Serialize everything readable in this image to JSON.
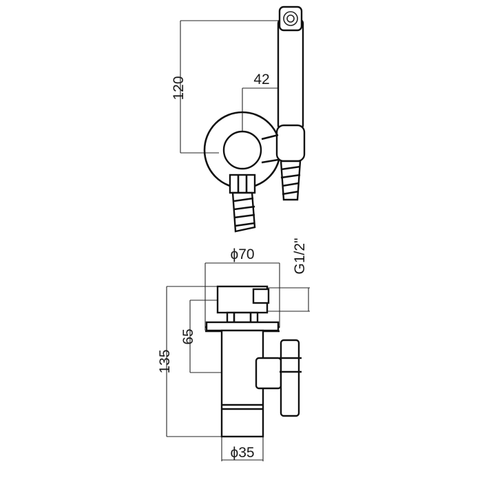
{
  "top_view": {
    "dim_height": "120",
    "dim_offset": "42"
  },
  "side_view": {
    "dim_diameter_top": "ϕ70",
    "dim_thread": "G1/2\"",
    "dim_height_inner": "65",
    "dim_height_total": "135",
    "dim_diameter_bottom": "ϕ35"
  },
  "colors": {
    "line": "#111111",
    "background": "#ffffff"
  }
}
